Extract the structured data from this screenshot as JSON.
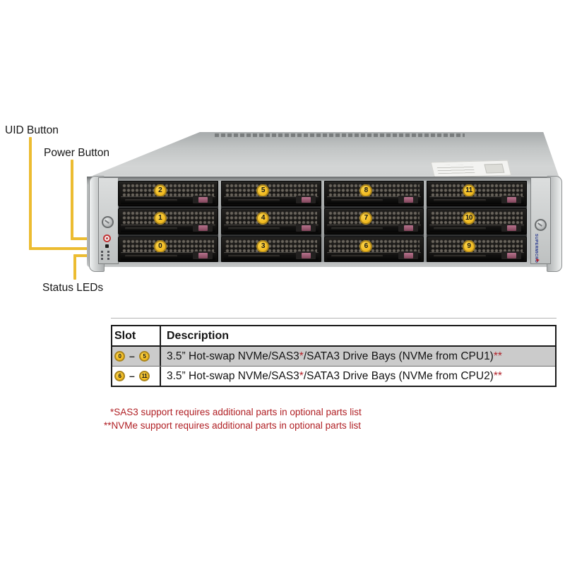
{
  "callouts": {
    "uid": "UID Button",
    "power": "Power Button",
    "status": "Status LEDs"
  },
  "figure": {
    "brand": "SUPERMICRO",
    "bays": {
      "rows": [
        [
          "2",
          "5",
          "8",
          "11"
        ],
        [
          "1",
          "4",
          "7",
          "10"
        ],
        [
          "0",
          "3",
          "6",
          "9"
        ]
      ]
    }
  },
  "table": {
    "headers": {
      "slot": "Slot",
      "description": "Description"
    },
    "slot_dash": "–",
    "rows": [
      {
        "slot_start": "0",
        "slot_end": "5",
        "desc_pre": "3.5” Hot-swap NVMe/SAS3",
        "star1": "*",
        "desc_mid": "/SATA3 Drive Bays (NVMe from CPU1)",
        "star2": "**"
      },
      {
        "slot_start": "6",
        "slot_end": "11",
        "desc_pre": "3.5” Hot-swap NVMe/SAS3",
        "star1": "*",
        "desc_mid": "/SATA3 Drive Bays (NVMe from CPU2)",
        "star2": "**"
      }
    ]
  },
  "footnotes": {
    "line1": "*SAS3 support requires additional parts in optional parts list",
    "line2": "**NVMe support requires additional parts in optional parts list"
  },
  "colors": {
    "callout_yellow": "#ECBC31",
    "badge_yellow": "#F2BE26",
    "badge_ring": "#A9841C",
    "footnote_red": "#B01F24",
    "table_row_gray": "#CBCBCB"
  }
}
